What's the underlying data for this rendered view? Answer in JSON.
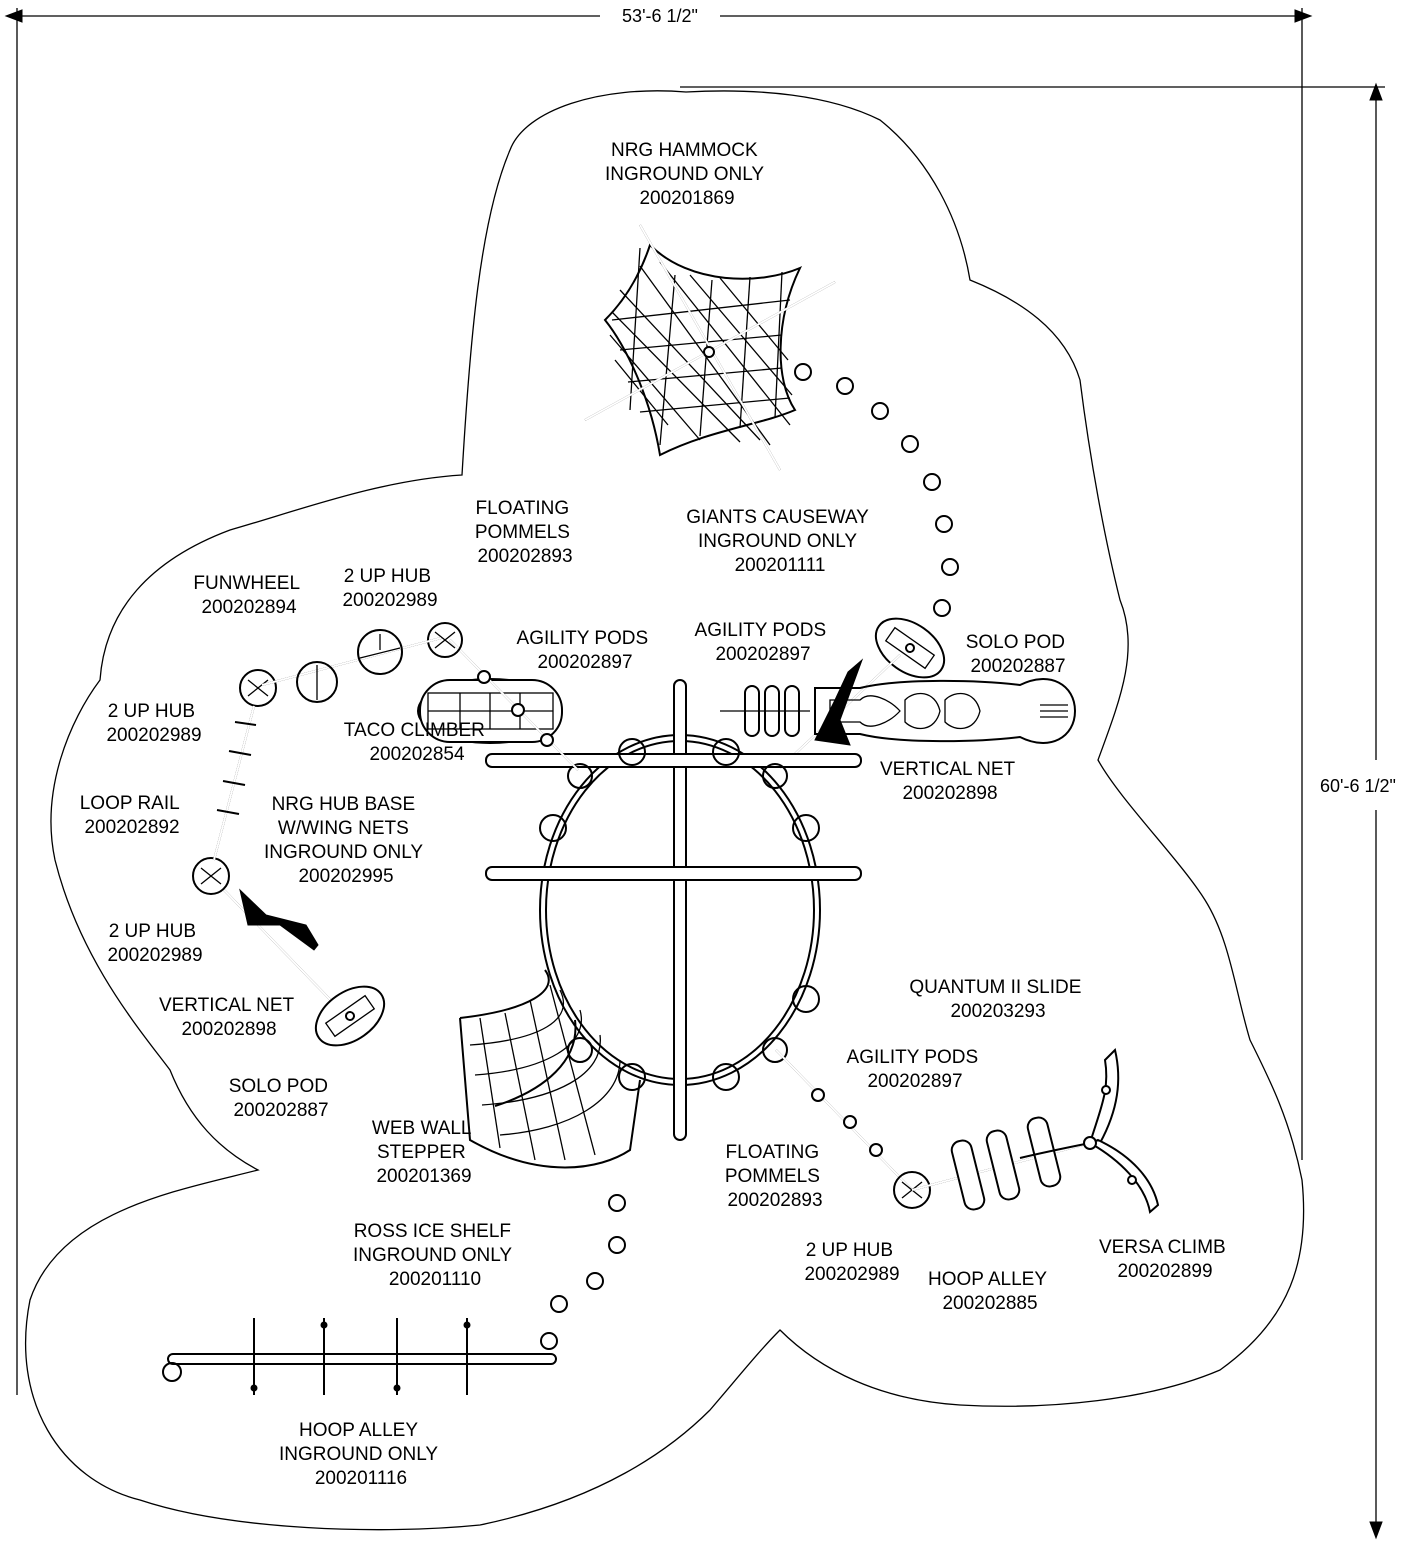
{
  "dimensions": {
    "width": "53'-6 1/2\"",
    "height": "60'-6 1/2\""
  },
  "labels": {
    "nrg_hammock": [
      "NRG HAMMOCK",
      "INGROUND ONLY",
      "200201869"
    ],
    "floating_pommels_top": [
      "FLOATING",
      "POMMELS",
      "200202893"
    ],
    "giants_causeway": [
      "GIANTS CAUSEWAY",
      "INGROUND ONLY",
      "200201111"
    ],
    "funwheel": [
      "FUNWHEEL",
      "200202894"
    ],
    "two_up_hub_top": [
      "2 UP HUB",
      "200202989"
    ],
    "agility_pods_left": [
      "AGILITY PODS",
      "200202897"
    ],
    "agility_pods_right": [
      "AGILITY PODS",
      "200202897"
    ],
    "solo_pod_right": [
      "SOLO POD",
      "200202887"
    ],
    "two_up_hub_left": [
      "2 UP HUB",
      "200202989"
    ],
    "taco_climber": [
      "TACO CLIMBER",
      "200202854"
    ],
    "vertical_net_right": [
      "VERTICAL NET",
      "200202898"
    ],
    "nrg_hub_base": [
      "NRG HUB BASE",
      "W/WING NETS",
      "INGROUND ONLY",
      "200202995"
    ],
    "loop_rail": [
      "LOOP RAIL",
      "200202892"
    ],
    "two_up_hub_lower_left": [
      "2 UP HUB",
      "200202989"
    ],
    "vertical_net_left": [
      "VERTICAL NET",
      "200202898"
    ],
    "quantum_slide": [
      "QUANTUM II SLIDE",
      "200203293"
    ],
    "agility_pods_lower": [
      "AGILITY PODS",
      "200202897"
    ],
    "solo_pod_left": [
      "SOLO POD",
      "200202887"
    ],
    "web_wall_stepper": [
      "WEB WALL",
      "STEPPER",
      "200201369"
    ],
    "floating_pommels_bottom": [
      "FLOATING",
      "POMMELS",
      "200202893"
    ],
    "ross_ice_shelf": [
      "ROSS ICE SHELF",
      "INGROUND ONLY",
      "200201110"
    ],
    "two_up_hub_bottom": [
      "2 UP HUB",
      "200202989"
    ],
    "hoop_alley_right": [
      "HOOP ALLEY",
      "200202885"
    ],
    "versa_climb": [
      "VERSA CLIMB",
      "200202899"
    ],
    "hoop_alley_bottom": [
      "HOOP ALLEY",
      "INGROUND ONLY",
      "200201116"
    ]
  }
}
